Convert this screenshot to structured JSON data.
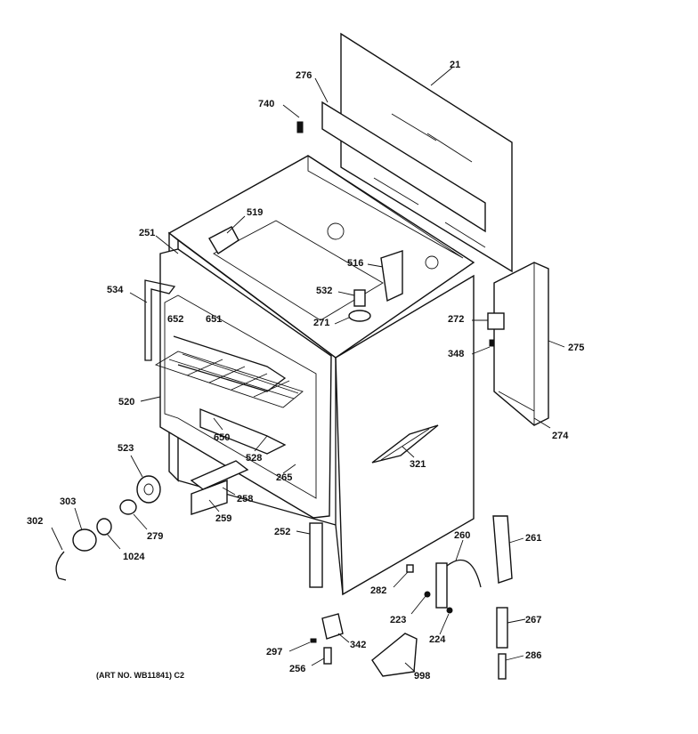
{
  "caption": "(ART NO. WB11841) C2",
  "parts": [
    {
      "id": "21",
      "label": "21"
    },
    {
      "id": "276",
      "label": "276"
    },
    {
      "id": "740",
      "label": "740"
    },
    {
      "id": "519",
      "label": "519"
    },
    {
      "id": "251",
      "label": "251"
    },
    {
      "id": "534",
      "label": "534"
    },
    {
      "id": "516",
      "label": "516"
    },
    {
      "id": "532",
      "label": "532"
    },
    {
      "id": "652",
      "label": "652"
    },
    {
      "id": "651",
      "label": "651"
    },
    {
      "id": "271",
      "label": "271"
    },
    {
      "id": "272",
      "label": "272"
    },
    {
      "id": "275",
      "label": "275"
    },
    {
      "id": "348",
      "label": "348"
    },
    {
      "id": "520",
      "label": "520"
    },
    {
      "id": "274",
      "label": "274"
    },
    {
      "id": "650",
      "label": "650"
    },
    {
      "id": "523",
      "label": "523"
    },
    {
      "id": "528",
      "label": "528"
    },
    {
      "id": "321",
      "label": "321"
    },
    {
      "id": "265",
      "label": "265"
    },
    {
      "id": "303",
      "label": "303"
    },
    {
      "id": "258",
      "label": "258"
    },
    {
      "id": "302",
      "label": "302"
    },
    {
      "id": "279",
      "label": "279"
    },
    {
      "id": "259",
      "label": "259"
    },
    {
      "id": "1024",
      "label": "1024"
    },
    {
      "id": "252",
      "label": "252"
    },
    {
      "id": "260",
      "label": "260"
    },
    {
      "id": "261",
      "label": "261"
    },
    {
      "id": "282",
      "label": "282"
    },
    {
      "id": "223",
      "label": "223"
    },
    {
      "id": "267",
      "label": "267"
    },
    {
      "id": "224",
      "label": "224"
    },
    {
      "id": "297",
      "label": "297"
    },
    {
      "id": "342",
      "label": "342"
    },
    {
      "id": "286",
      "label": "286"
    },
    {
      "id": "256",
      "label": "256"
    },
    {
      "id": "998",
      "label": "998"
    }
  ]
}
